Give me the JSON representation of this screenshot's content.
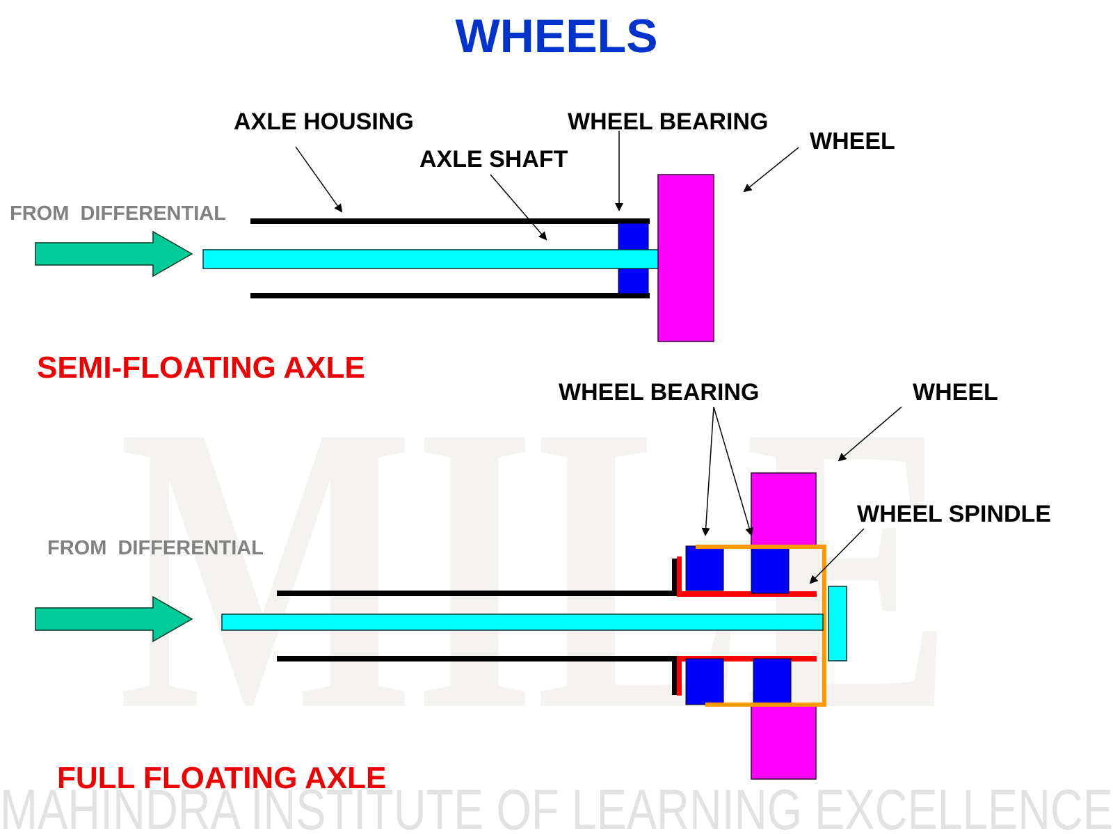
{
  "title": "WHEELS",
  "colors": {
    "title": "#0033cc",
    "section_title": "#ee0000",
    "label": "#000000",
    "input_label": "#808080",
    "arrow": "#00cc99",
    "shaft": "#00ffff",
    "bearing": "#0000ff",
    "wheel": "#ff00ff",
    "hub": "#ff9900",
    "spindle": "#ff0000",
    "housing": "#000000",
    "watermark": "#f5f3ef",
    "watermark_text": "#e4e4e4"
  },
  "watermark": {
    "logo": "MILE",
    "text": "MAHINDRA INSTITUTE OF LEARNING EXCELLENCE"
  },
  "semi_floating": {
    "section_title": "SEMI-FLOATING AXLE",
    "input_label": "FROM  DIFFERENTIAL",
    "labels": {
      "axle_housing": "AXLE HOUSING",
      "axle_shaft": "AXLE SHAFT",
      "wheel_bearing": "WHEEL BEARING",
      "wheel": "WHEEL"
    }
  },
  "full_floating": {
    "section_title": "FULL FLOATING AXLE",
    "input_label": "FROM  DIFFERENTIAL",
    "labels": {
      "wheel_bearing": "WHEEL BEARING",
      "wheel": "WHEEL",
      "wheel_spindle": "WHEEL SPINDLE"
    }
  }
}
